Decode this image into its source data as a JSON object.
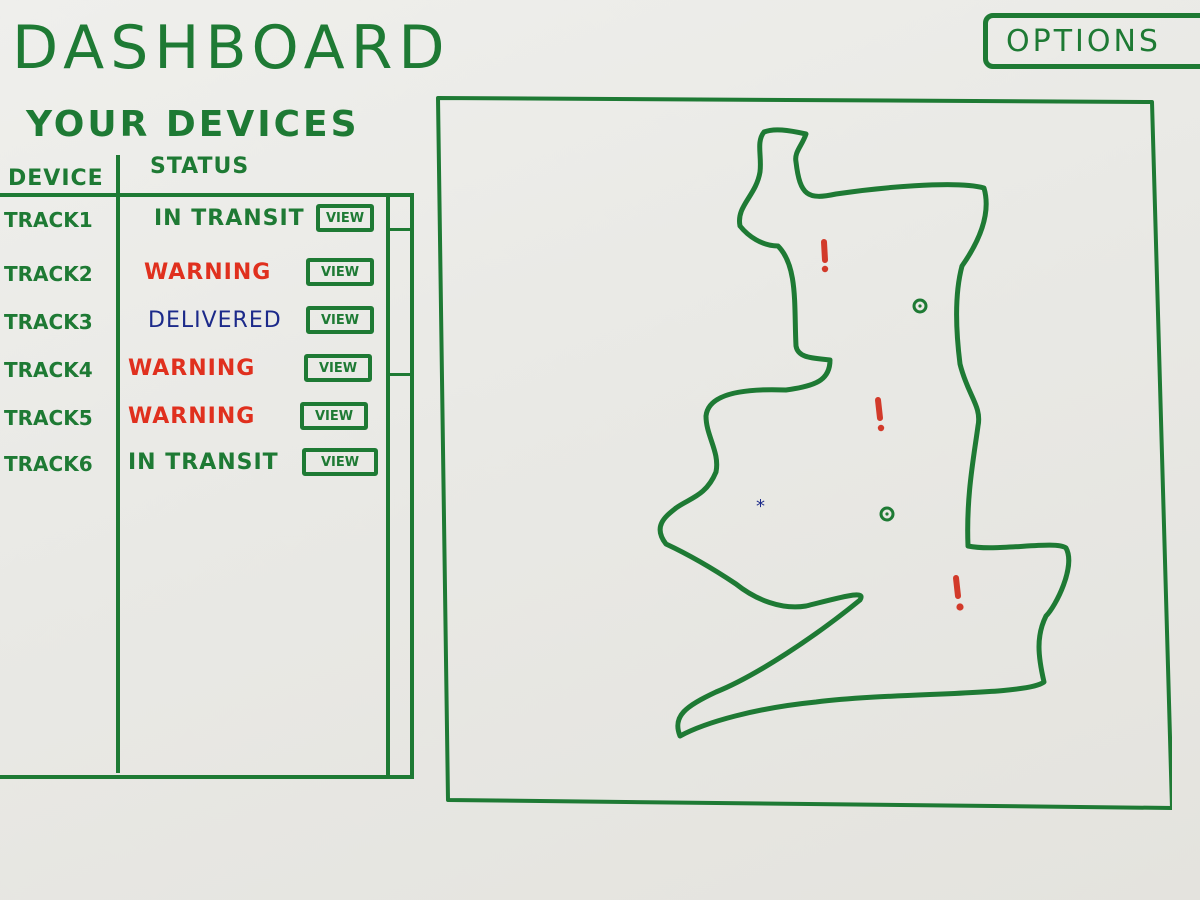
{
  "header": {
    "title": "DASHBOARD",
    "options_label": "OPTIONS"
  },
  "devices": {
    "title": "YOUR DEVICES",
    "columns": {
      "device": "DEVICE",
      "status": "STATUS"
    },
    "rows": [
      {
        "device": "TRACK1",
        "status": "IN TRANSIT",
        "status_color": "#1e7a34",
        "action": "VIEW"
      },
      {
        "device": "TRACK2",
        "status": "WARNING",
        "status_color": "#e0301e",
        "action": "VIEW"
      },
      {
        "device": "TRACK3",
        "status": "DELIVERED",
        "status_color": "#1c2a8a",
        "action": "VIEW"
      },
      {
        "device": "TRACK4",
        "status": "WARNING",
        "status_color": "#e0301e",
        "action": "VIEW"
      },
      {
        "device": "TRACK5",
        "status": "WARNING",
        "status_color": "#e0301e",
        "action": "VIEW"
      },
      {
        "device": "TRACK6",
        "status": "IN TRANSIT",
        "status_color": "#1e7a34",
        "action": "VIEW"
      }
    ]
  },
  "map": {
    "markers": [
      {
        "type": "warning",
        "icon": "exclamation-icon",
        "color": "#d23a2a"
      },
      {
        "type": "warning",
        "icon": "exclamation-icon",
        "color": "#d23a2a"
      },
      {
        "type": "warning",
        "icon": "exclamation-icon",
        "color": "#d23a2a"
      },
      {
        "type": "in-transit",
        "icon": "circle-marker-icon",
        "color": "#1e7a34"
      },
      {
        "type": "in-transit",
        "icon": "circle-marker-icon",
        "color": "#1e7a34"
      },
      {
        "type": "delivered",
        "icon": "star-icon",
        "color": "#1c2a8a"
      }
    ]
  },
  "colors": {
    "ink_green": "#1e7a34",
    "warning_red": "#e0301e",
    "delivered_blue": "#1c2a8a",
    "paper": "#ecebe7"
  }
}
